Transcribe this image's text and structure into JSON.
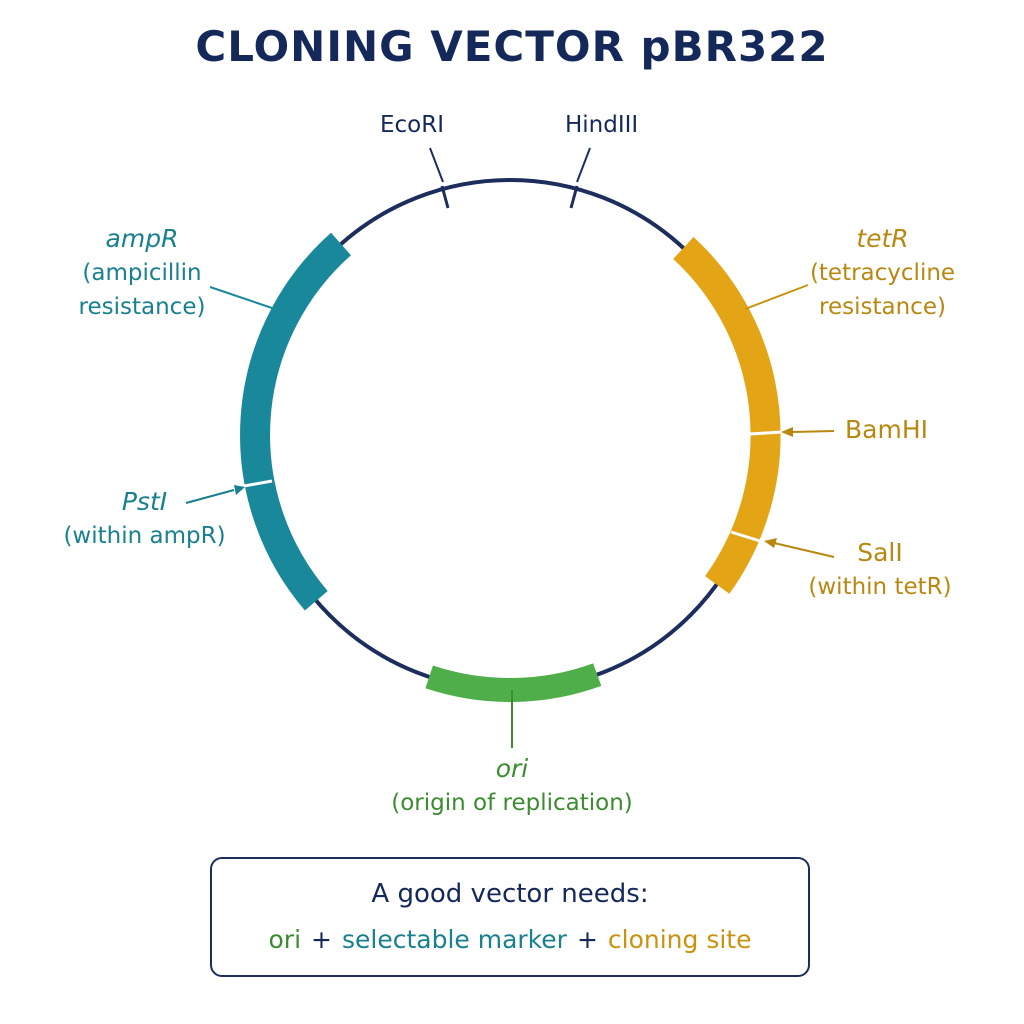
{
  "title": "CLONING VECTOR pBR322",
  "colors": {
    "backbone": "#1d2d5c",
    "ampR": "#18889a",
    "tetR": "#e3a415",
    "ori": "#4fae4a",
    "navy_text": "#14285a",
    "teal_text": "#19808f",
    "gold_text": "#b88810",
    "green_text": "#3a8c2f"
  },
  "sites": {
    "ecori": "EcoRI",
    "hindiii": "HindIII",
    "bamhi": "BamHI",
    "sali": "SalI",
    "sali_note": "(within tetR)",
    "psti": "PstI",
    "psti_note": "(within ampR)"
  },
  "genes": {
    "ampR": {
      "name": "ampR",
      "desc_line1": "(ampicillin",
      "desc_line2": "resistance)"
    },
    "tetR": {
      "name": "tetR",
      "desc_line1": "(tetracycline",
      "desc_line2": "resistance)"
    },
    "ori": {
      "name": "ori",
      "desc": "(origin of replication)"
    }
  },
  "summary": {
    "heading": "A good vector needs:",
    "ori": "ori",
    "plus": "+",
    "marker": "selectable marker",
    "site": "cloning site"
  }
}
